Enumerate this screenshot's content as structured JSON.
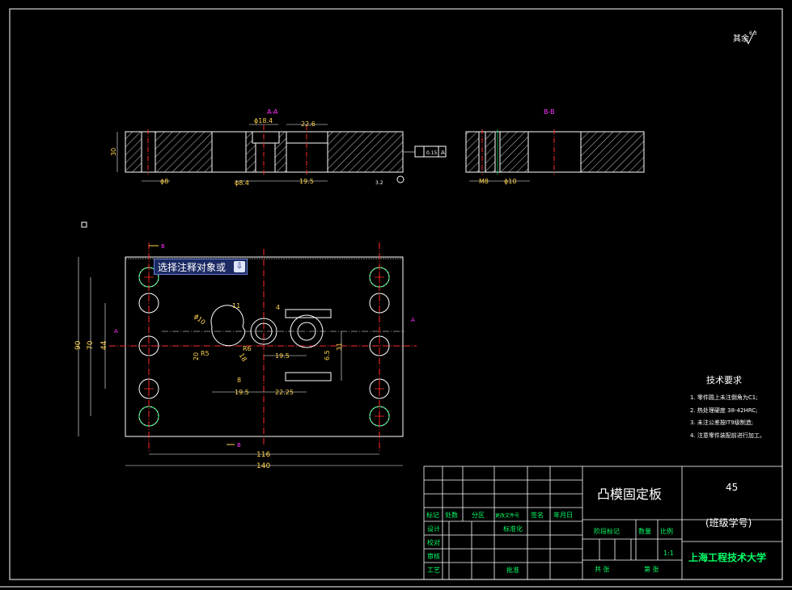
{
  "colors": {
    "background": "#000000",
    "outline": "#ffffff",
    "centerline": "#ff2a2a",
    "dimension": "#ffd34d",
    "section": "#ff33ff",
    "title": "#ffffff",
    "school": "#00ff66",
    "green_text": "#00ff66"
  },
  "roughness": {
    "symbol": "其余",
    "value": "6.3"
  },
  "section_labels": {
    "aa": "A-A",
    "bb": "B-B"
  },
  "top_dims": {
    "d1": "ϕ18.4",
    "d2": "22.6",
    "d3": "30",
    "d4": "ϕ8",
    "d5": "ϕ8.4",
    "d6": "19.5",
    "d7": "M8",
    "d8": "ϕ10",
    "tol": "0.15",
    "tol_ref": "A",
    "surface": "3.2"
  },
  "plan_dims": {
    "w116": "116",
    "w140": "140",
    "h90": "90",
    "h70": "70",
    "h44": "44",
    "d11": "11",
    "d4": "4",
    "d20": "20",
    "d8": "8",
    "d195a": "19.5",
    "d2225": "22.25",
    "d195b": "19.5",
    "d65": "6.5",
    "d31": "31",
    "r5": "R5",
    "phi": "ϕ10",
    "r6": "R6",
    "d18": "18",
    "a": "A",
    "b": "B"
  },
  "prompt": {
    "text": "选择注释对象或",
    "icon": "down-arrow-icon"
  },
  "tech": {
    "title": "技术要求",
    "items": [
      "1. 零件圆上未注倒角为C1;",
      "2. 热处理硬度 38-42HRC;",
      "3. 未注公差按IT9级制造;",
      "4. 注意零件装配前进行加工。"
    ]
  },
  "title_block": {
    "part_name": "凸模固定板",
    "material": "45",
    "class_id": "(班级学号)",
    "school": "上海工程技术大学",
    "headers": [
      "标记",
      "处数",
      "分区",
      "更改文件号",
      "签名",
      "年月日"
    ],
    "rows": [
      "设计",
      "校对",
      "审核",
      "工艺"
    ],
    "std": "标准化",
    "approve": "批准",
    "stage": "阶段标记",
    "weight": "数量",
    "scale_label": "比例",
    "scale": "1:1",
    "sheets": "共   张",
    "sheet": "第   张"
  }
}
